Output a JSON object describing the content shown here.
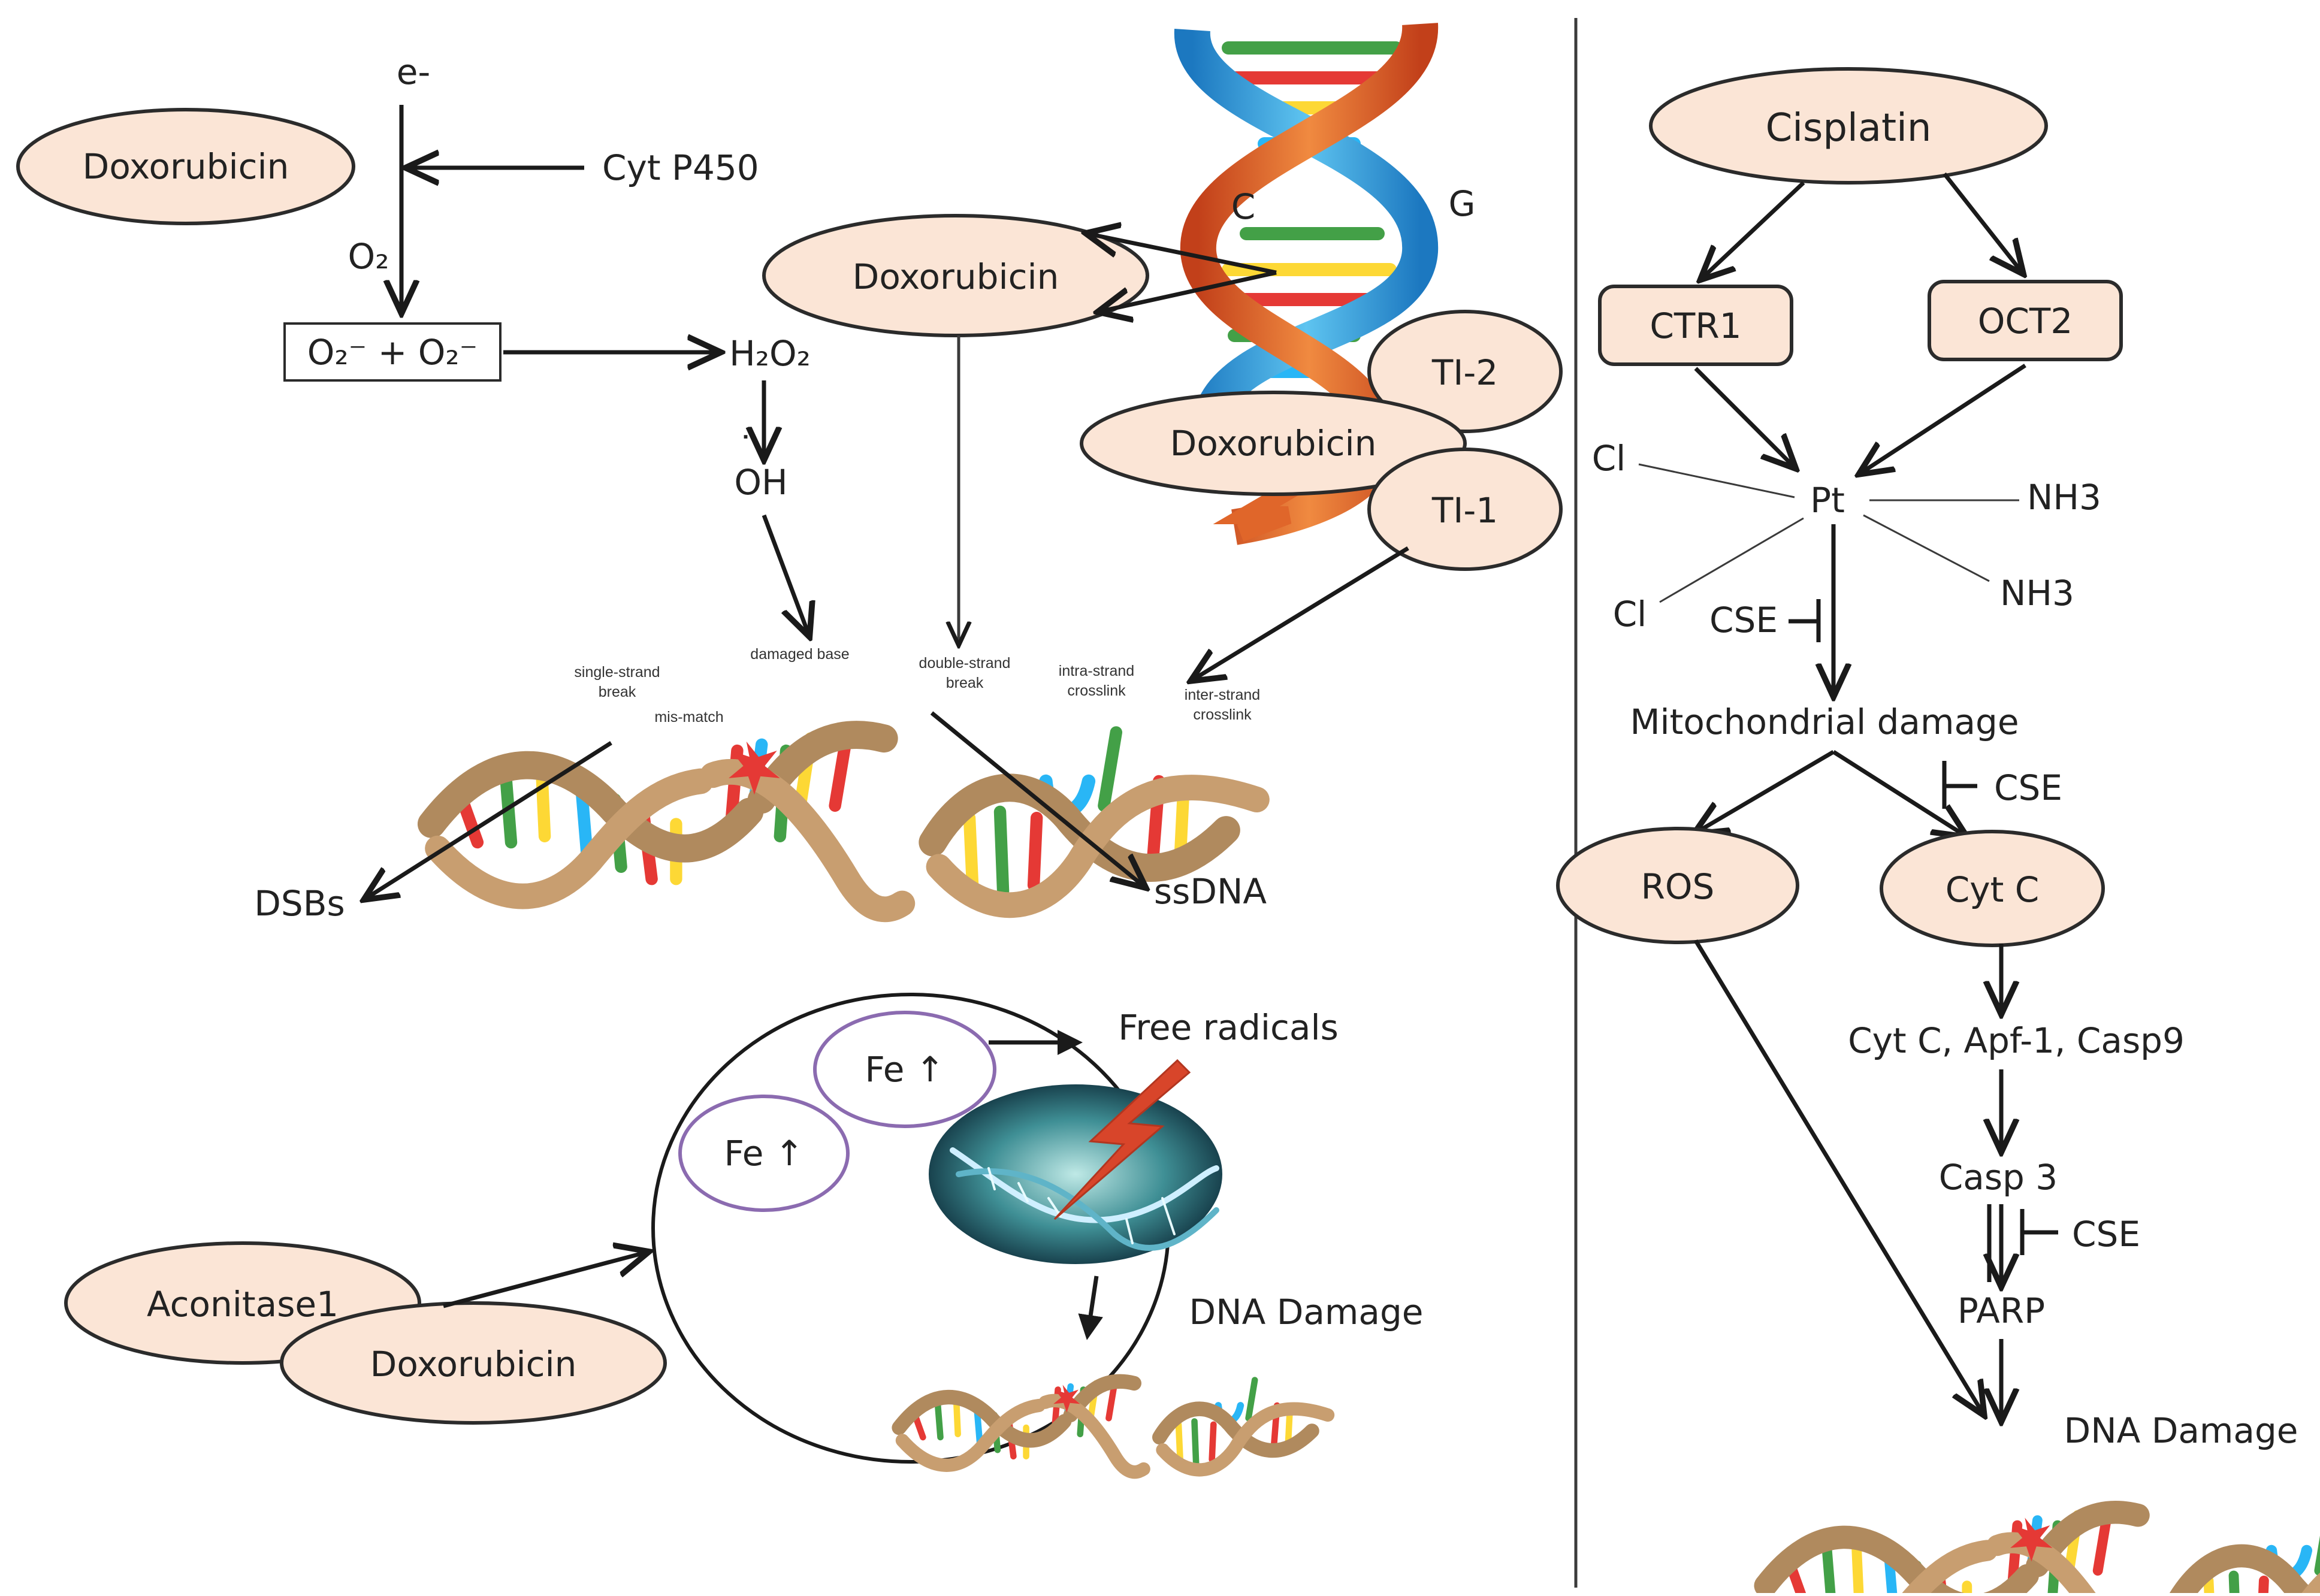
{
  "left_panel": {
    "electron": "e-",
    "doxorubicin": "Doxorubicin",
    "cyp450": "Cyt P450",
    "oxygen": "O₂",
    "superoxide": "O₂⁻  +  O₂⁻",
    "h2o2": "H₂O₂",
    "hydroxyl": "OH",
    "hydroxyl_dot": "˙",
    "base_c": "C",
    "base_g": "G",
    "ti2": "TI-2",
    "ti1": "TI-1",
    "dna_labels": {
      "single_strand_1": "single-strand",
      "single_strand_2": "break",
      "mismatch": "mis-match",
      "damaged_base": "damaged base",
      "double_strand_1": "double-strand",
      "double_strand_2": "break",
      "intra_1": "intra-strand",
      "intra_2": "crosslink",
      "inter_1": "inter-strand",
      "inter_2": "crosslink"
    },
    "dsbs": "DSBs",
    "ssdna": "ssDNA"
  },
  "iron_panel": {
    "fe": "Fe ↑",
    "free_radicals": "Free radicals",
    "dna_damage": "DNA Damage",
    "aconitase": "Aconitase1",
    "doxorubicin": "Doxorubicin"
  },
  "right_panel": {
    "cisplatin": "Cisplatin",
    "ctr1": "CTR1",
    "oct2": "OCT2",
    "cl": "Cl",
    "pt": "Pt",
    "nh3": "NH3",
    "cse": "CSE",
    "mito": "Mitochondrial damage",
    "ros": "ROS",
    "cytc": "Cyt C",
    "apoptosome": "Cyt C, Apf-1, Casp9",
    "casp3": "Casp 3",
    "parp": "PARP",
    "dna_damage": "DNA Damage"
  },
  "colors": {
    "node_fill": "#fbe5d6",
    "fe_outline": "#8b6bb0",
    "helix_tan": "#b08a5e",
    "helix_orange": "#e0662a",
    "helix_blue": "#2a9bd8",
    "lightning": "#d8452a"
  }
}
